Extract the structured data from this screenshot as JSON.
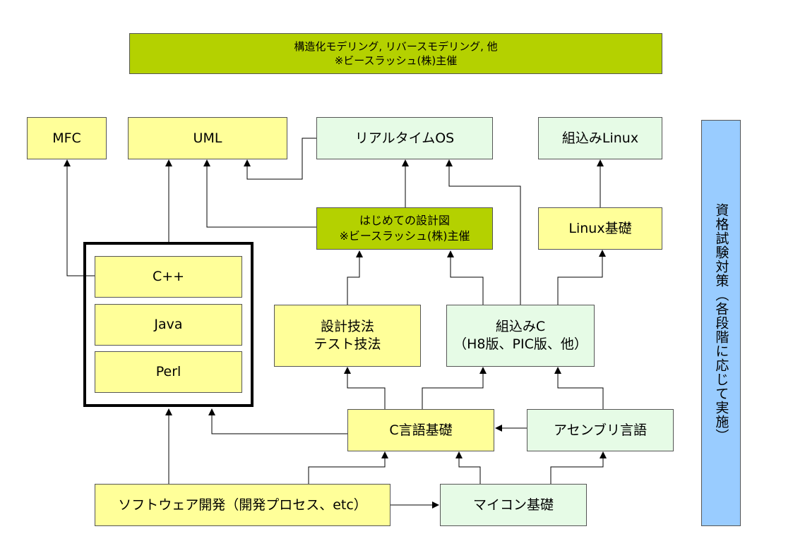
{
  "boxes": {
    "seminar_top": {
      "line1": "構造化モデリング, リバースモデリング, 他",
      "line2": "※ビースラッシュ(株)主催"
    },
    "mfc": "MFC",
    "uml": "UML",
    "rtos": "リアルタイムOS",
    "embedded_linux": "組込みLinux",
    "first_design": {
      "line1": "はじめての設計図",
      "line2": "※ビースラッシュ(株)主催"
    },
    "linux_basics": "Linux基礎",
    "cpp": "C++",
    "java": "Java",
    "perl": "Perl",
    "design_test": {
      "line1": "設計技法",
      "line2": "テスト技法"
    },
    "embedded_c": {
      "line1": "組込みC",
      "line2": "（H8版、PIC版、他）"
    },
    "c_basics": "C言語基礎",
    "assembly": "アセンブリ言語",
    "software_dev": "ソフトウェア開発（開発プロセス、etc）",
    "microcontroller": "マイコン基礎",
    "certification": "資格試験対策（各段階に応じて実施）"
  },
  "colors": {
    "course": "#ffff99",
    "embedded_course": "#e6fbe6",
    "seminar": "#b4d100",
    "certification": "#99ccff",
    "line": "#000000"
  }
}
